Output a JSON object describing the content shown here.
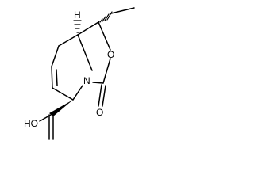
{
  "molecule": {
    "atoms": {
      "ring_oxygen": "O",
      "ring_nitrogen": "N",
      "carbonyl_oxygen": "O",
      "acid_group": "HO",
      "stereo_hydrogen": "H"
    },
    "bond_color": "#000000",
    "background_color": "#ffffff"
  }
}
